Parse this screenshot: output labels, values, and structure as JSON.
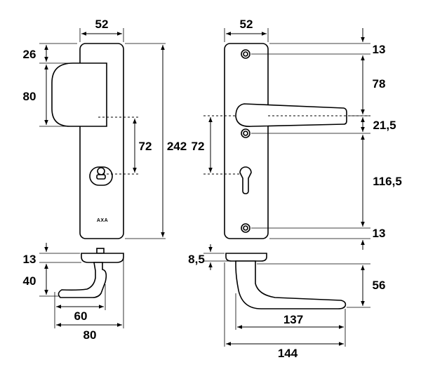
{
  "left_view": {
    "brand_text": "AXA",
    "dimensions": {
      "plate_width": "52",
      "top_offset": "26",
      "guard_height": "80",
      "center_distance": "72",
      "plate_height": "242",
      "side_thickness": "13",
      "side_depth": "40",
      "handle_reach_inner": "60",
      "handle_reach_outer": "80"
    }
  },
  "right_view": {
    "dimensions": {
      "plate_width": "52",
      "top_to_screw": "13",
      "screw_to_handle": "78",
      "handle_to_screw": "21,5",
      "center_distance": "72",
      "screw_to_bottom_screw": "116,5",
      "bottom_screw_offset": "13",
      "side_thickness": "8,5",
      "handle_drop": "56",
      "handle_length_inner": "137",
      "handle_length_outer": "144"
    }
  }
}
